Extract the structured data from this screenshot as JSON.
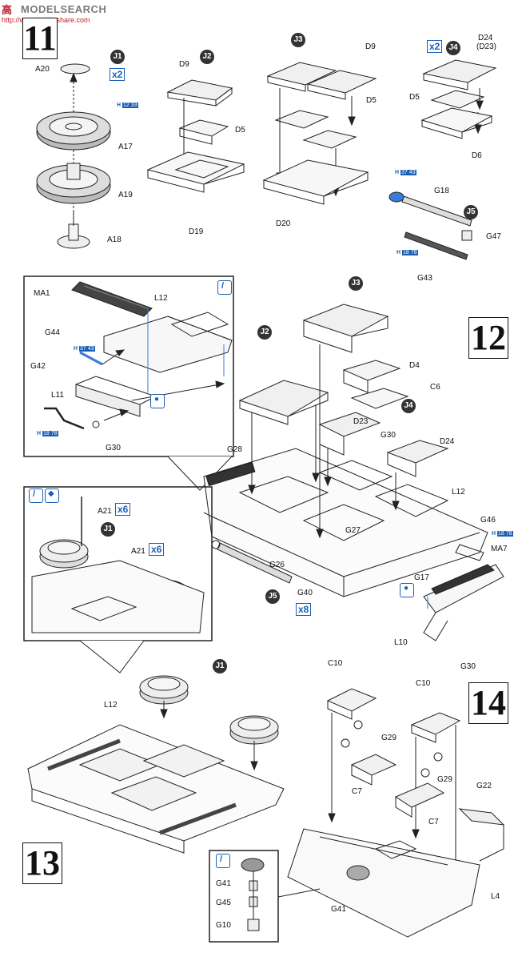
{
  "watermark": {
    "logo_text": "高",
    "search_text": "MODELSEARCH",
    "url_text": "http://www.hobbyshare.com"
  },
  "steps": {
    "s11": "11",
    "s12": "12",
    "s13": "13",
    "s14": "14"
  },
  "badges": {
    "j1": "J1",
    "j2": "J2",
    "j3": "J3",
    "j4": "J4",
    "j5": "J5"
  },
  "multipliers": {
    "x2_a": "x2",
    "x2_b": "x2",
    "x6_a": "x6",
    "x6_b": "x6",
    "x8": "x8"
  },
  "paint_refs": {
    "p1": {
      "h": "H",
      "num1": "12",
      "num2": "33"
    },
    "p2": {
      "h": "H",
      "num1": "37",
      "num2": "43"
    },
    "p3": {
      "h": "H",
      "num1": "18",
      "num2": "78"
    },
    "p4": {
      "h": "H",
      "num1": "37",
      "num2": "43"
    },
    "p5": {
      "h": "H",
      "num1": "18",
      "num2": "78"
    },
    "p6": {
      "h": "H",
      "num1": "18",
      "num2": "78"
    }
  },
  "labels": {
    "a20": "A20",
    "a17": "A17",
    "a19": "A19",
    "a18": "A18",
    "d9_j2": "D9",
    "d5_j2": "D5",
    "d19": "D19",
    "d9_j3": "D9",
    "d5_j3": "D5",
    "d20": "D20",
    "d24_j4": "D24",
    "d23_j4": "(D23)",
    "d5_j4": "D5",
    "d6": "D6",
    "g18": "G18",
    "g47": "G47",
    "g43": "G43",
    "ma1": "MA1",
    "l12_inset": "L12",
    "g44": "G44",
    "g42": "G42",
    "l11": "L11",
    "g30_inset": "G30",
    "d4": "D4",
    "c6": "C6",
    "d23": "D23",
    "g30_mid": "G30",
    "d24": "D24",
    "l12_main": "L12",
    "g28": "G28",
    "g46": "G46",
    "ma7": "MA7",
    "g27": "G27",
    "g26": "G26",
    "g17": "G17",
    "g40": "G40",
    "l10": "L10",
    "g30_bottom": "G30",
    "a21_a": "A21",
    "a21_b": "A21",
    "l12_13": "L12",
    "c10_a": "C10",
    "c10_b": "C10",
    "g29_a": "G29",
    "g29_b": "G29",
    "c7_a": "C7",
    "c7_b": "C7",
    "g22": "G22",
    "l4": "L4",
    "g41_main": "G41",
    "g41_inset": "G41",
    "g45": "G45",
    "g10": "G10"
  }
}
